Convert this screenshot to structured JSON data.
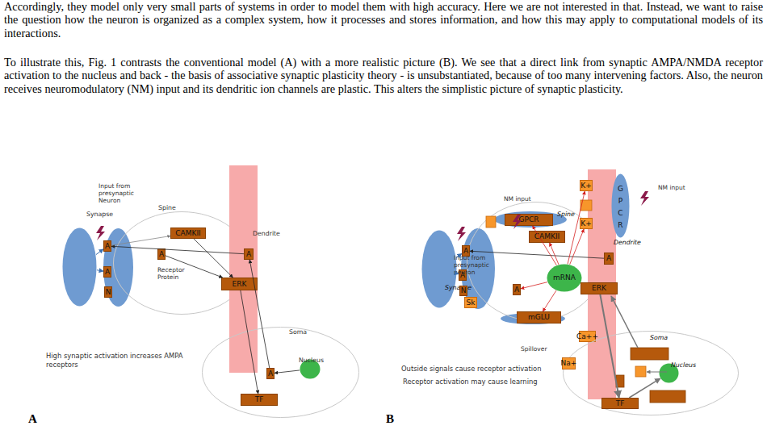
{
  "diagram": {
    "nodes": [
      {
        "text": [
          "Synapse"
        ]
      },
      {
        "text": [
          "Spine"
        ]
      },
      {
        "text": [
          "A"
        ]
      },
      {
        "text": [
          "A"
        ]
      },
      {
        "text": [
          "N"
        ]
      },
      {
        "text": [
          "CAMKII"
        ],
        "in": 1
      },
      {
        "text": [
          "A",
          "Receptor Protein"
        ],
        "in": 1
      },
      {
        "text": [
          "Dendrite"
        ]
      },
      {
        "text": [
          "A"
        ],
        "in": 7
      },
      {
        "text": [
          "ERK"
        ],
        "in": 7
      },
      {
        "text": [
          "Soma"
        ]
      },
      {
        "text": [
          "Nucleus"
        ],
        "in": 10
      },
      {
        "text": [
          "A"
        ],
        "in": 10
      },
      {
        "text": [
          "TF"
        ],
        "in": 10
      },
      {
        "text": [
          "Synapse"
        ]
      },
      {
        "text": [
          "Spine"
        ]
      },
      {
        "text": [
          "A"
        ]
      },
      {
        "text": [
          "A"
        ]
      },
      {
        "text": [
          "N"
        ]
      },
      {
        "text": [
          "Sk"
        ]
      },
      {
        "text": [
          "GPCR"
        ],
        "in": 15
      },
      {
        "text": [
          "CAMKII"
        ],
        "in": 15
      },
      {
        "text": [
          "mRNA"
        ],
        "in": 15
      },
      {
        "text": [
          "A"
        ],
        "in": 15
      },
      {
        "text": [
          "mGLU"
        ],
        "in": 15
      },
      {
        "text": [
          "Dendrite"
        ]
      },
      {
        "text": [
          "K+"
        ],
        "in": 25
      },
      {
        "text": [
          "K+"
        ],
        "in": 25
      },
      {
        "text": [
          "GPCR"
        ]
      },
      {
        "text": [
          "A"
        ],
        "in": 25
      },
      {
        "text": [
          "ERK"
        ],
        "in": 25
      },
      {
        "text": [
          "Ca++"
        ],
        "in": 25
      },
      {
        "text": [
          "Soma"
        ]
      },
      {
        "text": [
          "Nucleus"
        ],
        "in": 32
      },
      {
        "text": [
          "TF"
        ],
        "in": 32
      },
      {
        "text": [
          "Na+"
        ]
      }
    ],
    "edges": [
      {
        "from": 0,
        "to": 2,
        "arrow": "to"
      },
      {
        "from": 0,
        "to": 3,
        "arrow": "to"
      },
      {
        "from": 8,
        "to": 2,
        "arrow": "to"
      },
      {
        "from": 2,
        "to": 5,
        "arrow": "to"
      },
      {
        "from": 6,
        "to": 9,
        "arrow": "to"
      },
      {
        "from": 5,
        "to": 9,
        "arrow": "to"
      },
      {
        "from": 9,
        "to": 13,
        "arrow": "to"
      },
      {
        "from": 12,
        "to": 8,
        "arrow": "to"
      },
      {
        "from": 11,
        "to": 12,
        "arrow": "to"
      },
      {
        "from": 14,
        "to": 16,
        "arrow": "to"
      },
      {
        "from": 14,
        "to": 17,
        "arrow": "to"
      },
      {
        "from": 29,
        "to": 16,
        "arrow": "to"
      },
      {
        "from": 22,
        "to": 20,
        "arrow": "to"
      },
      {
        "from": 22,
        "to": 21,
        "arrow": "to"
      },
      {
        "from": 22,
        "to": 23,
        "arrow": "to"
      },
      {
        "from": 22,
        "to": 24,
        "arrow": "to"
      },
      {
        "from": 22,
        "to": 26,
        "arrow": "to"
      },
      {
        "from": 22,
        "to": 27,
        "arrow": "to"
      },
      {
        "from": 30,
        "to": 34,
        "arrow": "to"
      },
      {
        "from": 34,
        "to": 33,
        "arrow": "to"
      }
    ],
    "labels": [
      "Accordingly, they model only very small parts of systems in order to model them with high accuracy. Here we are not interested in that. Instead, we want to raise the question how the neuron is organized as a complex system, how it processes and stores information, and how this may apply to computational models of its interactions.",
      "To illustrate this, Fig. 1 contrasts the conventional model (A) with a more realistic picture (B). We see that a direct link from synaptic AMPA/NMDA receptor activation to the nucleus and back - the basis of associative synaptic plasticity theory - is unsubstantiated, because of too many intervening factors. Also, the neuron receives neuromodulatory (NM) input and its dendritic ion channels are plastic. This alters the simplistic picture of synaptic plasticity.",
      "Input from presynaptic Neuron",
      "High synaptic activation increases AMPA receptors",
      "A",
      "NM input",
      "Input from presynaptic neuron",
      "NM input",
      "Spillover",
      "Outside signals cause receptor activation",
      "Receptor activation may cause learning",
      "B"
    ]
  }
}
